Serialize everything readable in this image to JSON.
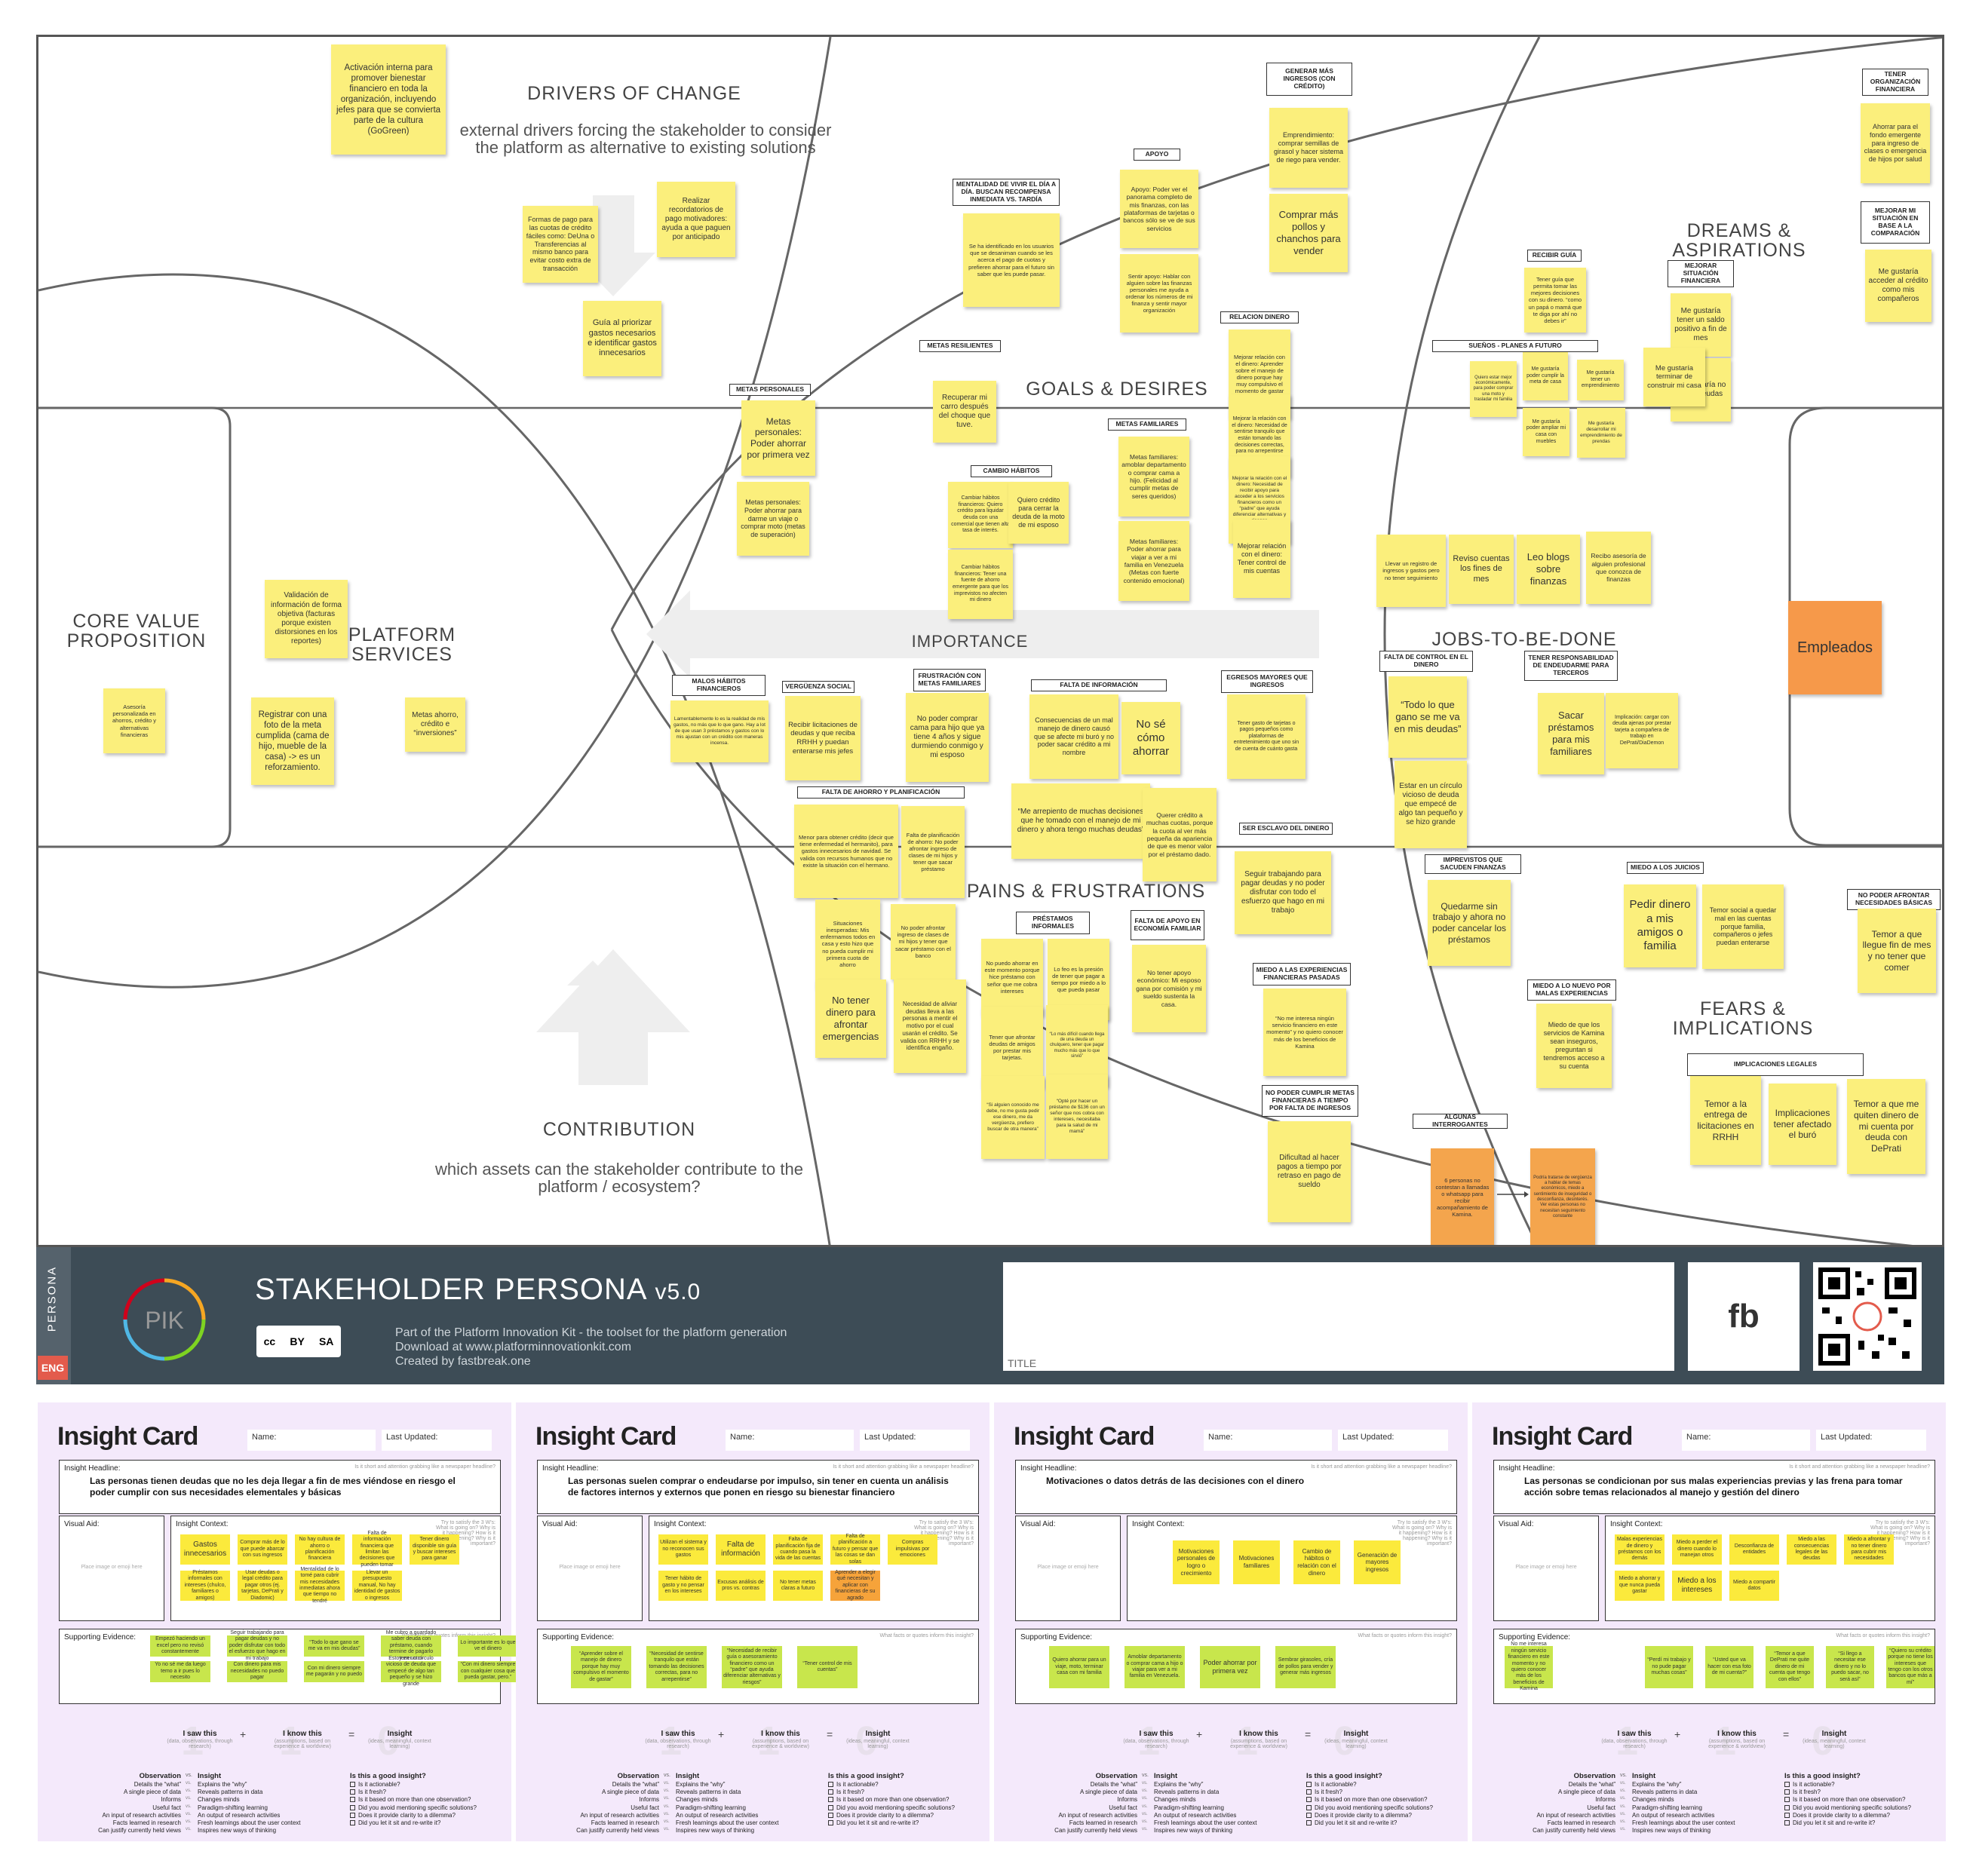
{
  "areas": {
    "drivers": {
      "title": "DRIVERS OF CHANGE",
      "subtitle": "external drivers forcing the stakeholder to consider the platform as alternative to existing solutions"
    },
    "goals": {
      "title": "GOALS & DESIRES"
    },
    "dreams": {
      "title": "DREAMS & ASPIRATIONS"
    },
    "cvp": {
      "title": "CORE VALUE PROPOSITION"
    },
    "services": {
      "title": "PLATFORM SERVICES"
    },
    "importance": {
      "title": "IMPORTANCE"
    },
    "jtbd": {
      "title": "JOBS-TO-BE-DONE"
    },
    "pains": {
      "title": "PAINS & FRUSTRATIONS"
    },
    "fears": {
      "title": "FEARS & IMPLICATIONS"
    },
    "contribution": {
      "title": "CONTRIBUTION",
      "subtitle": "which assets can the stakeholder contribute to the platform / ecosystem?"
    }
  },
  "labels": {
    "l1": "GENERAR MÁS INGRESOS (CON CRÉDITO)",
    "l2": "TENER ORGANIZACIÓN FINANCIERA",
    "l3": "MENTALIDAD DE VIVIR EL DÍA A DÍA. BUSCAN RECOMPENSA INMEDIATA VS. TARDÍA",
    "l4": "APOYO",
    "l5": "MEJORAR MI SITUACIÓN EN BASE A LA COMPARACIÓN",
    "l6": "RECIBIR GUÍA",
    "l7": "MEJORAR SITUACIÓN FINANCIERA",
    "l8": "RELACION DINERO",
    "l9": "METAS RESILIENTES",
    "l10": "SUEÑOS - PLANES A FUTURO",
    "l11": "METAS PERSONALES",
    "l12": "METAS FAMILIARES",
    "l13": "CAMBIO HÁBITOS",
    "l14": "MALOS HÁBITOS FINANCIEROS",
    "l15": "VERGÜENZA SOCIAL",
    "l16": "FRUSTRACIÓN CON METAS FAMILIARES",
    "l17": "FALTA DE INFORMACIÓN",
    "l18": "EGRESOS MAYORES QUE INGRESOS",
    "l19": "FALTA DE CONTROL EN EL DINERO",
    "l20": "TENER RESPONSABILIDAD DE ENDEUDARME PARA TERCEROS",
    "l21": "FALTA DE AHORRO Y PLANIFICACIÓN",
    "l22": "SER ESCLAVO DEL DINERO",
    "l23": "IMPREVISTOS QUE SACUDEN FINANZAS",
    "l24": "MIEDO A LOS JUICIOS",
    "l25": "PRÉSTAMOS INFORMALES",
    "l26": "FALTA DE APOYO EN ECONOMÍA FAMILIAR",
    "l27": "NO PODER AFRONTAR NECESIDADES BÁSICAS",
    "l28": "MIEDO A LAS EXPERIENCIAS FINANCIERAS PASADAS",
    "l29": "MIEDO A LO NUEVO POR MALAS EXPERIENCIAS",
    "l30": "IMPLICACIONES LEGALES",
    "l31": "NO PODER CUMPLIR METAS FINANCIERAS A TIEMPO POR FALTA DE INGRESOS",
    "l32": "ALGUNAS INTERROGANTES"
  },
  "notes": {
    "n1": "Activación interna para promover bienestar financiero en toda la organización, incluyendo jefes para que se convierta parte de la cultura (GoGreen)",
    "n2": "Formas de pago para las cuotas de crédito fáciles como: DeUna o Transferencias al mismo banco para evitar costo extra de transacción",
    "n3": "Realizar recordatorios de pago motivadores: ayuda a que paguen por anticipado",
    "n4": "Guía al priorizar gastos necesarios e identificar gastos innecesarios",
    "n5": "Emprendimiento: comprar semillas de girasol y hacer sistema de riego para vender.",
    "n6": "Comprar más pollos y chanchos para vender",
    "n7": "Ahorrar para el fondo emergente para ingreso de clases o emergencia de hijos por salud",
    "n8": "Se ha identificado en los usuarios que se desaniman cuando se les acerca el pago de cuotas y prefieren ahorrar para el futuro sin saber que les puede pasar.",
    "n9": "Apoyo: Poder ver el panorama completo de mis finanzas, con las plataformas de tarjetas o bancos sólo se ve de sus servicios",
    "n10": "Sentir apoyo: Hablar con alguien sobre las finanzas personales me ayuda a ordenar los números de mi finanza y sentir mayor organización",
    "n11": "Me gustaría acceder al crédito como mis compañeros",
    "n12": "Tener guía que permita tomar las mejores decisiones con su dinero. “como un papá o mamá que te diga por ahí no debes ir”",
    "n13": "Me gustaría tener un saldo positivo a fin de mes",
    "n14": "Me gustaría no tener deudas",
    "n15": "Mejorar relación con el dinero: Aprender sobre el manejo de dinero porque hay muy compulsivo el momento de gastar",
    "n16": "Mejorar la relación con el dinero: Necesidad de sentirse tranquilo que están tomando las decisiones correctas, para no arrepentirse",
    "n17": "Mejorar la relación con el dinero: Necesidad de recibir apoyo para acceder a los servicios financieros como un “padre” que ayuda diferenciar alternativas y riesgos",
    "n18": "Mejorar relación con el dinero: Tener control de mis cuentas",
    "n19": "Recuperar mi carro después del choque que tuve.",
    "n20": "Quiero estar mejor económicamente, para poder comprar una moto y trasladar mi familia",
    "n21": "Me gustaría poder cumplir la meta de casa",
    "n22": "Me gustaría tener un emprendimiento",
    "n23": "Me gustaría terminar de construir mi casa",
    "n24": "Me gustaría poder ampliar mi casa con muebles",
    "n25": "Me gustaría desarrollar mi emprendimiento de prendas",
    "n26": "Metas personales: Poder ahorrar por primera vez",
    "n27": "Metas personales: Poder ahorrar para darme un viaje o comprar moto (metas de superación)",
    "n28": "Metas familiares: amoblar departamento o comprar cama a hijo. (Felicidad al cumplir metas de seres queridos)",
    "n29": "Metas familiares: Poder ahorrar para viajar a ver a mi familia en Venezuela (Metas con fuerte contenido emocional)",
    "n30": "Cambiar hábitos financieros: Quiero crédito para liquidar deuda con una comercial que tienen alta tasa de interés.",
    "n31": "Cambiar hábitos financieros: Tener una fuente de ahorro emergente para que los imprevistos no afecten mi dinero",
    "n32": "Quiero crédito para cerrar la deuda de la moto de mi esposo",
    "n33": "Llevar un registro de ingresos y gastos pero no tener seguimiento",
    "n34": "Reviso cuentas los fines de mes",
    "n35": "Leo blogs sobre finanzas",
    "n36": "Recibo asesoría de alguien profesional que conozca de finanzas",
    "n37": "Validación de información de forma objetiva (facturas porque existen distorsiones en los reportes)",
    "n38": "Asesoría personalizada en ahorros, crédito y alternativas financieras",
    "n39": "Registrar con una foto de la meta cumplida (cama de hijo, mueble de la casa) -> es un reforzamiento.",
    "n40": "Metas ahorro, crédito e “inversiones”",
    "n41": "Empleados",
    "n42": "Lamentablemente lo es la realidad de mis gastos, no más que lo que gano. Hay a lot de que usan 3 préstamos y gastos con lo mis ajustan con un crédito con maneras incensa.",
    "n43": "Recibir licitaciones de deudas y que reciba RRHH y puedan enterarse mis jefes",
    "n44": "No poder comprar cama para hijo que ya tiene 4 años y sigue durmiendo conmigo y mi esposo",
    "n45": "Consecuencias de un mal manejo de dinero causó que se afecte mi buró y no poder sacar crédito a mi nombre",
    "n46": "No sé cómo ahorrar",
    "n47": "Tener gasto de tarjetas o pagos pequeños como plataformas de entretenimiento que uno sin de cuenta de cuánto gasta",
    "n48": "“Todo lo que gano se me va en mis deudas”",
    "n49": "Estar en un círculo vicioso de deuda que empecé de algo tan pequeño y se hizo grande",
    "n50": "Sacar préstamos para mis familiares",
    "n51": "Implicación: cargar con deuda ajenas por prestar tarjeta a compañera de trabajo en DePrati/DiaDemon",
    "n52": "Menor para obtener crédito (decir que tiene enfermedad el hermanito), para gastos innecesarios de navidad. Se valida con recursos humanos que no existe la situación con el hermano.",
    "n53": "Falta de planificación de ahorro: No poder afrontar ingreso de clases de mi hijos y tener que sacar préstamo",
    "n54": "“Me arrepiento de muchas decisiones que he tomado con el manejo de mi dinero y ahora tengo muchas deudas”",
    "n55": "Querer crédito a muchas cuotas, porque la cuota al ver más pequeña da apariencia de que es menor valor por el préstamo dado.",
    "n56": "Seguir trabajando para pagar deudas y no poder disfrutar con todo el esfuerzo que hago en mi trabajo",
    "n57": "Situaciones inesperadas: Mis enfermamos todos en casa y esto hizo que no pueda cumplir mi primera cuota de ahorro",
    "n58": "No poder afrontar ingreso de clases de mi hijos y tener que sacar préstamo con el banco",
    "n59": "No tener dinero para afrontar emergencias",
    "n60": "Necesidad de aliviar deudas lleva a las personas a mentir el motivo por el cual usarán el crédito. Se valida con RRHH y se identifica engaño.",
    "n61": "No puedo ahorrar en este momento porque hice préstamo con señor que me cobra intereses",
    "n62": "Lo feo es la presión de tener que pagar a tiempo por miedo a lo que pueda pasar",
    "n63": "Tener que afrontar deudas de amigos por prestar mis tarjetas.",
    "n64": "“Lo más difícil cuando llega de una deuda un chulquero, tener que pagar mucho más que lo que sirvió”",
    "n65": "“Si alguien conocido me debe, no me gusta pedir ese dinero, me da vergüenza, prefiero buscar de otra manera”",
    "n66": "“Opté por hacer un préstamo de $136 con un señor que nos cobra con intereses, necesitaba para la salud de mi mamá”",
    "n67": "No tener apoyo económico: Mi esposo gana por comisión y mi sueldo sustenta la casa.",
    "n68": "“No me interesa ningún servicio financiero en este momento” y no quiero conocer más de los beneficios de Kamina",
    "n69": "Quedarme sin trabajo y ahora no poder cancelar los préstamos",
    "n70": "Pedir dinero a mis amigos o familia",
    "n71": "Temor social a quedar mal en las cuentas porque familia, compañeros o jefes puedan enterarse",
    "n72": "Temor a que llegue fin de mes y no tener que comer",
    "n73": "Miedo de que los servicios de Kamina sean inseguros, preguntan si tendremos acceso a su cuenta",
    "n74": "Dificultad al hacer pagos a tiempo por retraso en pago de sueldo",
    "n75": "Temor a la entrega de licitaciones en RRHH",
    "n76": "Implicaciones tener afectado el buró",
    "n77": "Temor a que me quiten dinero de mi cuenta por deuda con DePrati",
    "n78": "6 personas no contestan a llamadas o whatsapp para recibir acompañamiento de Kamina.",
    "n79": "Podría tratarse de vergüenza a hablar de temas económicos, miedo a sentimiento de inseguridad o desconfianza, desinterés. Ver estas personas no necesitan seguimiento constante"
  },
  "footer": {
    "side_label": "PERSONA",
    "lang": "ENG",
    "logo_text": "PIK",
    "title": "STAKEHOLDER PERSONA",
    "version": "v5.0",
    "line1": "Part of the Platform Innovation Kit  - the toolset for the platform generation",
    "line2": "Download at www.platforminnovationkit.com",
    "line3": "Created by fastbreak.one",
    "field_title": "TITLE",
    "cc": "cc",
    "by": "BY",
    "sa": "SA",
    "fb": "fb"
  },
  "cards": [
    {
      "title": "Insight Card",
      "name_label": "Name:",
      "updated_label": "Last Updated:",
      "headline_label": "Insight Headline:",
      "headline": "Las personas tienen deudas que no les deja llegar a fin de mes viéndose en riesgo el poder cumplir con sus necesidades elementales y básicas",
      "visual_label": "Visual Aid:",
      "visual_placeholder": "Place image or emoji here",
      "context_label": "Insight Context:",
      "evidence_label": "Supporting Evidence:",
      "context_notes": [
        "Gastos innecesarios",
        "Comprar más de lo que puede abarcar con sus ingresos",
        "No hay cultura de ahorro o planificación financiera",
        "Falta de información financiera que limitan las decisiones que pueden tomar",
        "Tener dinero disponible sin guía y buscar intereses para ganar",
        "Préstamos informales con intereses (chulco, familiares o amigos)",
        "Usar deudas o legal crédito para pagar otros (ej. tarjetas, DePrati y Diadomic)",
        "Mentalidad de lo tomé para cubrir mis necesidades inmediatas ahora que tiempo no tendré",
        "Llevar un presupuesto manual, No hay identidad de gastos o ingresos"
      ],
      "evidence_notes": [
        "Empezó haciendo un excel pero no revisó constantemente",
        "Seguir trabajando para pagar deudas y no poder disfrutar con todo el esfuerzo que hago en mi trabajo",
        "“Todo lo que gano se me va en mis deudas”",
        "Me cubro a guardado saber deuda con préstamo, cuando termine de pagarlo tener otro",
        "Lo importante es lo que ve el dinero",
        "Yo no sé me da luego temo a ir pues lo necesito",
        "Con dinero para mis necesidades no puedo pagar",
        "Con mi dinero siempre me pagarán y no puedo",
        "Estoy en un círculo vicioso de deuda que empecé de algo tan pequeño y se hizo grande",
        "“Con mi dinero siempre con cualquier cosa que pueda gastar, pero.”"
      ]
    },
    {
      "title": "Insight Card",
      "name_label": "Name:",
      "updated_label": "Last Updated:",
      "headline_label": "Insight Headline:",
      "headline": "Las personas suelen comprar o endeudarse por impulso, sin tener en cuenta un análisis de factores internos y externos que ponen en riesgo su bienestar financiero",
      "visual_label": "Visual Aid:",
      "visual_placeholder": "Place image or emoji here",
      "context_label": "Insight Context:",
      "evidence_label": "Supporting Evidence:",
      "context_notes": [
        "Utilizan el sistema y no reconocen sus gastos",
        "Falta de información",
        "Falta de planificación fija de cuando pasa la vida de las cuentas",
        "Falta de planificación a futuro y pensar que las cosas se dan solas",
        "Compras impulsivas por emociones",
        "Tener hábito de gasto y no pensar en los intereses",
        "Excusas análisis de pros vs. contras",
        "No tener metas claras a futuro",
        "Aprender a elegir qué necesitan y aplicar con financieras de su agrado"
      ],
      "evidence_notes": [
        "“Aprender sobre el manejo de dinero porque hay muy compulsivo el momento de gastar”",
        "“Necesidad de sentirse tranquilo que están tomando las decisiones correctas, para no arrepentirse”",
        "“Necesidad de recibir guía o asesoramiento financiero como un “padre” que ayuda diferenciar alternativas y riesgos”",
        "“Tener control de mis cuentas”"
      ]
    },
    {
      "title": "Insight Card",
      "name_label": "Name:",
      "updated_label": "Last Updated:",
      "headline_label": "Insight Headline:",
      "headline": "Motivaciones o datos detrás de las decisiones con el dinero",
      "visual_label": "Visual Aid:",
      "visual_placeholder": "Place image or emoji here",
      "context_label": "Insight Context:",
      "evidence_label": "Supporting Evidence:",
      "context_notes": [
        "Motivaciones personales de logro o crecimiento",
        "Motivaciones familiares",
        "Cambio de hábitos o relación con el dinero",
        "Generación de mayores ingresos"
      ],
      "evidence_notes": [
        "Quiero ahorrar para un viaje, moto, terminar casa con mi familia",
        "Amoblar departamento o comprar cama a hijo o viajar para ver a mi familia en Venezuela.",
        "Poder ahorrar por primera vez",
        "Sembrar girasoles, cría de pollos para vender y generar más ingresos"
      ]
    },
    {
      "title": "Insight Card",
      "name_label": "Name:",
      "updated_label": "Last Updated:",
      "headline_label": "Insight Headline:",
      "headline": "Las personas se condicionan por sus malas experiencias previas y las frena para tomar acción sobre temas relacionados al manejo y gestión del dinero",
      "visual_label": "Visual Aid:",
      "visual_placeholder": "Place image or emoji here",
      "context_label": "Insight Context:",
      "evidence_label": "Supporting Evidence:",
      "context_notes": [
        "Malas experiencias de dinero y préstamos con los demás",
        "Miedo a perder el dinero cuando lo manejan otros",
        "Desconfianza de entidades",
        "Miedo a las consecuencias legales de las deudas",
        "Miedo a afrontar y no tener dinero para cubrir mis necesidades",
        "Miedo a ahorrar y que nunca pueda gastar",
        "Miedo a los intereses",
        "Miedo a compartir datos"
      ],
      "evidence_notes": [
        "No me interesa ningún servicio financiero en este momento y no quiero conocer más de los beneficios de Kamina",
        "“Perdí mi trabajo y no pude pagar muchas cosas”",
        "“Usted que va hacer con esa foto de mi cuenta?”",
        "“Temor a que DePrati me quite dinero de mi cuenta que tengo con ellos”",
        "“Si llego a necesitar ese dinero y no lo puedo sacar, no será así”",
        "“Quiero su crédito porque no tiene los intereses que tengo con los otros bancos que más a mí”"
      ]
    }
  ],
  "card_common": {
    "h_sub": "Is it short and attention grabbing like a newspaper headline?",
    "c_sub": "Try to satisfy the 3 W's: What is going on? Why is it happening? How is it happening? Why is it important?",
    "e_sub": "What facts or quotes inform this insight?",
    "saw": "I saw this",
    "saw_sub": "(data, observations, through research)",
    "know": "I know this",
    "know_sub": "(assumptions, based on experience & worldview)",
    "insight": "Insight",
    "insight_sub": "(ideas, meaningful, context learning)",
    "n1": "1",
    "n2": "1",
    "n3": "0",
    "plus": "+",
    "eq": "=",
    "obs_head": "Observation",
    "vs": "vs.",
    "ins_head": "Insight",
    "good_head": "Is this a good insight?",
    "obs": [
      "Details the “what”",
      "A single piece of data",
      "Informs",
      "Useful fact",
      "An input of research activities",
      "Facts learned in research",
      "Can justify currently held views"
    ],
    "ins": [
      "Explains the “why”",
      "Reveals patterns in data",
      "Changes minds",
      "Paradigm-shifting learning",
      "An output of research activities",
      "Fresh learnings about the user context",
      "Inspires new ways of thinking"
    ],
    "good": [
      "Is it actionable?",
      "Is it fresh?",
      "Is it based on more than one observation?",
      "Did you avoid mentioning specific solutions?",
      "Does it provide clarity to a dilemma?",
      "Did you let it sit and re-write it?"
    ]
  }
}
